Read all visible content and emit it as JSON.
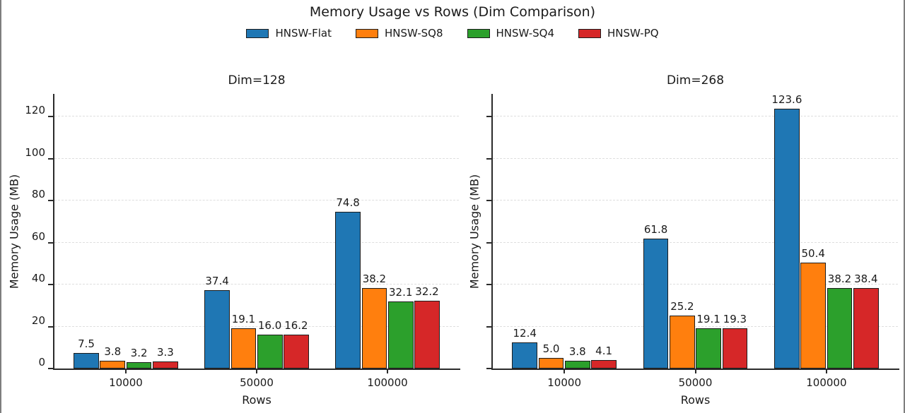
{
  "window": {
    "background": "#ffffff",
    "edge_color": "#7e7e7e"
  },
  "chart_data": {
    "type": "bar",
    "title": "Memory Usage vs Rows (Dim Comparison)",
    "legend": {
      "position": "top-center",
      "entries": [
        "HNSW-Flat",
        "HNSW-SQ8",
        "HNSW-SQ4",
        "HNSW-PQ"
      ]
    },
    "colors": {
      "HNSW-Flat": "#1f77b4",
      "HNSW-SQ8": "#ff7f0e",
      "HNSW-SQ4": "#2ca02c",
      "HNSW-PQ": "#d62728",
      "bar_edge": "#1c1c1c",
      "grid": "#dedede",
      "text": "#1a1a1a"
    },
    "subplots": [
      {
        "title": "Dim=128",
        "xlabel": "Rows",
        "ylabel": "Memory Usage (MB)",
        "categories": [
          "10000",
          "50000",
          "100000"
        ],
        "series": [
          {
            "name": "HNSW-Flat",
            "color": "#1f77b4",
            "values": [
              7.5,
              37.4,
              74.8
            ]
          },
          {
            "name": "HNSW-SQ8",
            "color": "#ff7f0e",
            "values": [
              3.8,
              19.1,
              38.2
            ]
          },
          {
            "name": "HNSW-SQ4",
            "color": "#2ca02c",
            "values": [
              3.2,
              16.0,
              32.1
            ]
          },
          {
            "name": "HNSW-PQ",
            "color": "#d62728",
            "values": [
              3.3,
              16.2,
              32.2
            ]
          }
        ],
        "yticks": [
          0,
          20,
          40,
          60,
          80,
          100,
          120
        ],
        "ylim": [
          0,
          130.8
        ],
        "ytick_labels_visible": true,
        "grid": true,
        "value_labels_decimals": 1
      },
      {
        "title": "Dim=268",
        "xlabel": "Rows",
        "ylabel": "Memory Usage (MB)",
        "categories": [
          "10000",
          "50000",
          "100000"
        ],
        "series": [
          {
            "name": "HNSW-Flat",
            "color": "#1f77b4",
            "values": [
              12.4,
              61.8,
              123.6
            ]
          },
          {
            "name": "HNSW-SQ8",
            "color": "#ff7f0e",
            "values": [
              5.0,
              25.2,
              50.4
            ]
          },
          {
            "name": "HNSW-SQ4",
            "color": "#2ca02c",
            "values": [
              3.8,
              19.1,
              38.2
            ]
          },
          {
            "name": "HNSW-PQ",
            "color": "#d62728",
            "values": [
              4.1,
              19.3,
              38.4
            ]
          }
        ],
        "yticks": [
          0,
          20,
          40,
          60,
          80,
          100,
          120
        ],
        "ylim": [
          0,
          130.8
        ],
        "ytick_labels_visible": false,
        "grid": true,
        "value_labels_decimals": 1
      }
    ]
  }
}
